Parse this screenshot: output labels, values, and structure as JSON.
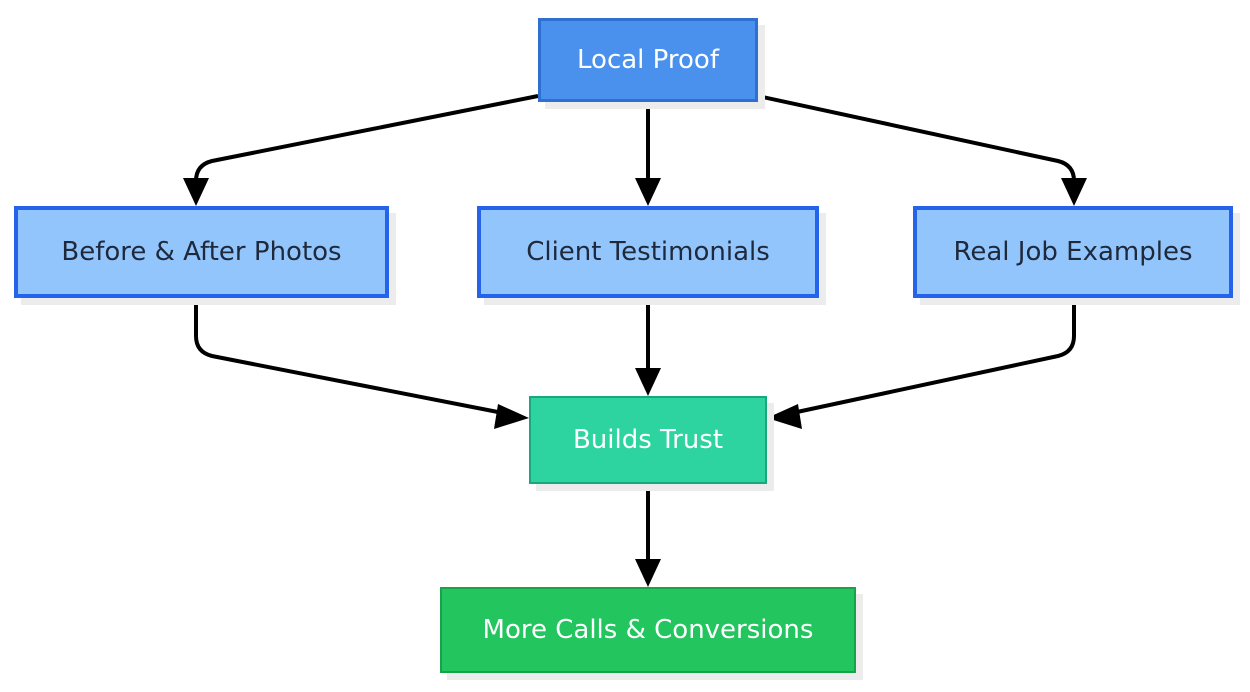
{
  "diagram": {
    "type": "flowchart",
    "direction": "top-down",
    "background_color": "#ffffff",
    "shadow_color": "#ececec",
    "edge_color": "#000000",
    "nodes": [
      {
        "id": "local_proof",
        "label": "Local Proof",
        "tier": 1,
        "fill": "#4a90ed",
        "border": "#2f6fd0",
        "text_color": "#ffffff"
      },
      {
        "id": "before_after",
        "label": "Before & After Photos",
        "tier": 2,
        "fill": "#93c5fd",
        "border": "#2563eb",
        "text_color": "#1e293b"
      },
      {
        "id": "testimonials",
        "label": "Client Testimonials",
        "tier": 2,
        "fill": "#93c5fd",
        "border": "#2563eb",
        "text_color": "#1e293b"
      },
      {
        "id": "job_examples",
        "label": "Real Job Examples",
        "tier": 2,
        "fill": "#93c5fd",
        "border": "#2563eb",
        "text_color": "#1e293b"
      },
      {
        "id": "builds_trust",
        "label": "Builds Trust",
        "tier": 3,
        "fill": "#2dd4a0",
        "border": "#19a87c",
        "text_color": "#ffffff"
      },
      {
        "id": "conversions",
        "label": "More Calls & Conversions",
        "tier": 4,
        "fill": "#22c55e",
        "border": "#16a34a",
        "text_color": "#ffffff"
      }
    ],
    "edges": [
      {
        "from": "local_proof",
        "to": "before_after",
        "label": ""
      },
      {
        "from": "local_proof",
        "to": "testimonials",
        "label": ""
      },
      {
        "from": "local_proof",
        "to": "job_examples",
        "label": ""
      },
      {
        "from": "before_after",
        "to": "builds_trust",
        "label": ""
      },
      {
        "from": "testimonials",
        "to": "builds_trust",
        "label": ""
      },
      {
        "from": "job_examples",
        "to": "builds_trust",
        "label": ""
      },
      {
        "from": "builds_trust",
        "to": "conversions",
        "label": ""
      }
    ]
  }
}
